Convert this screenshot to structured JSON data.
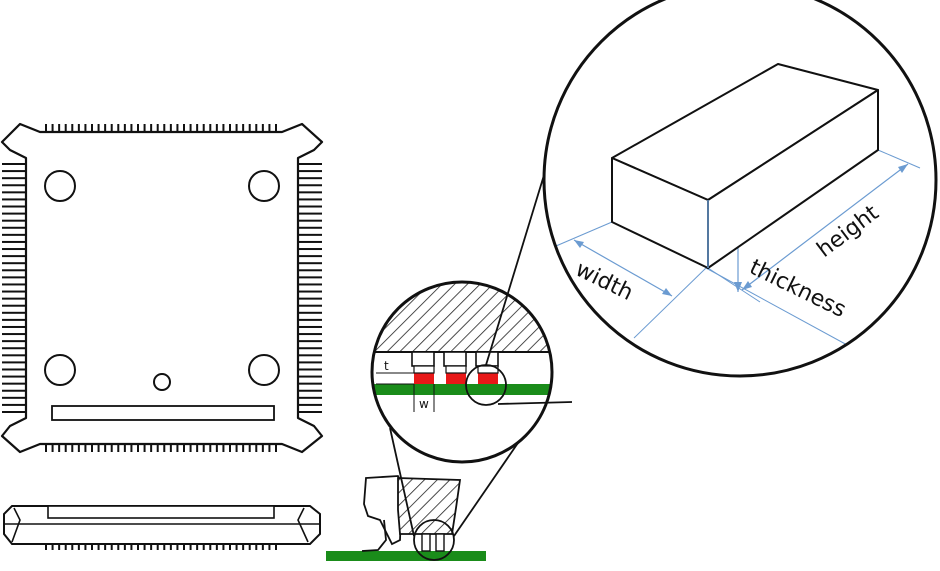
{
  "labels": {
    "width": "width",
    "thickness": "thickness",
    "height": "height",
    "t": "t",
    "w": "w"
  },
  "colors": {
    "board": "#1a8c1a",
    "solder": "#e81818",
    "dimension": "#6b9bd1",
    "outline": "#111111"
  },
  "package": {
    "pins_per_side": 36
  }
}
